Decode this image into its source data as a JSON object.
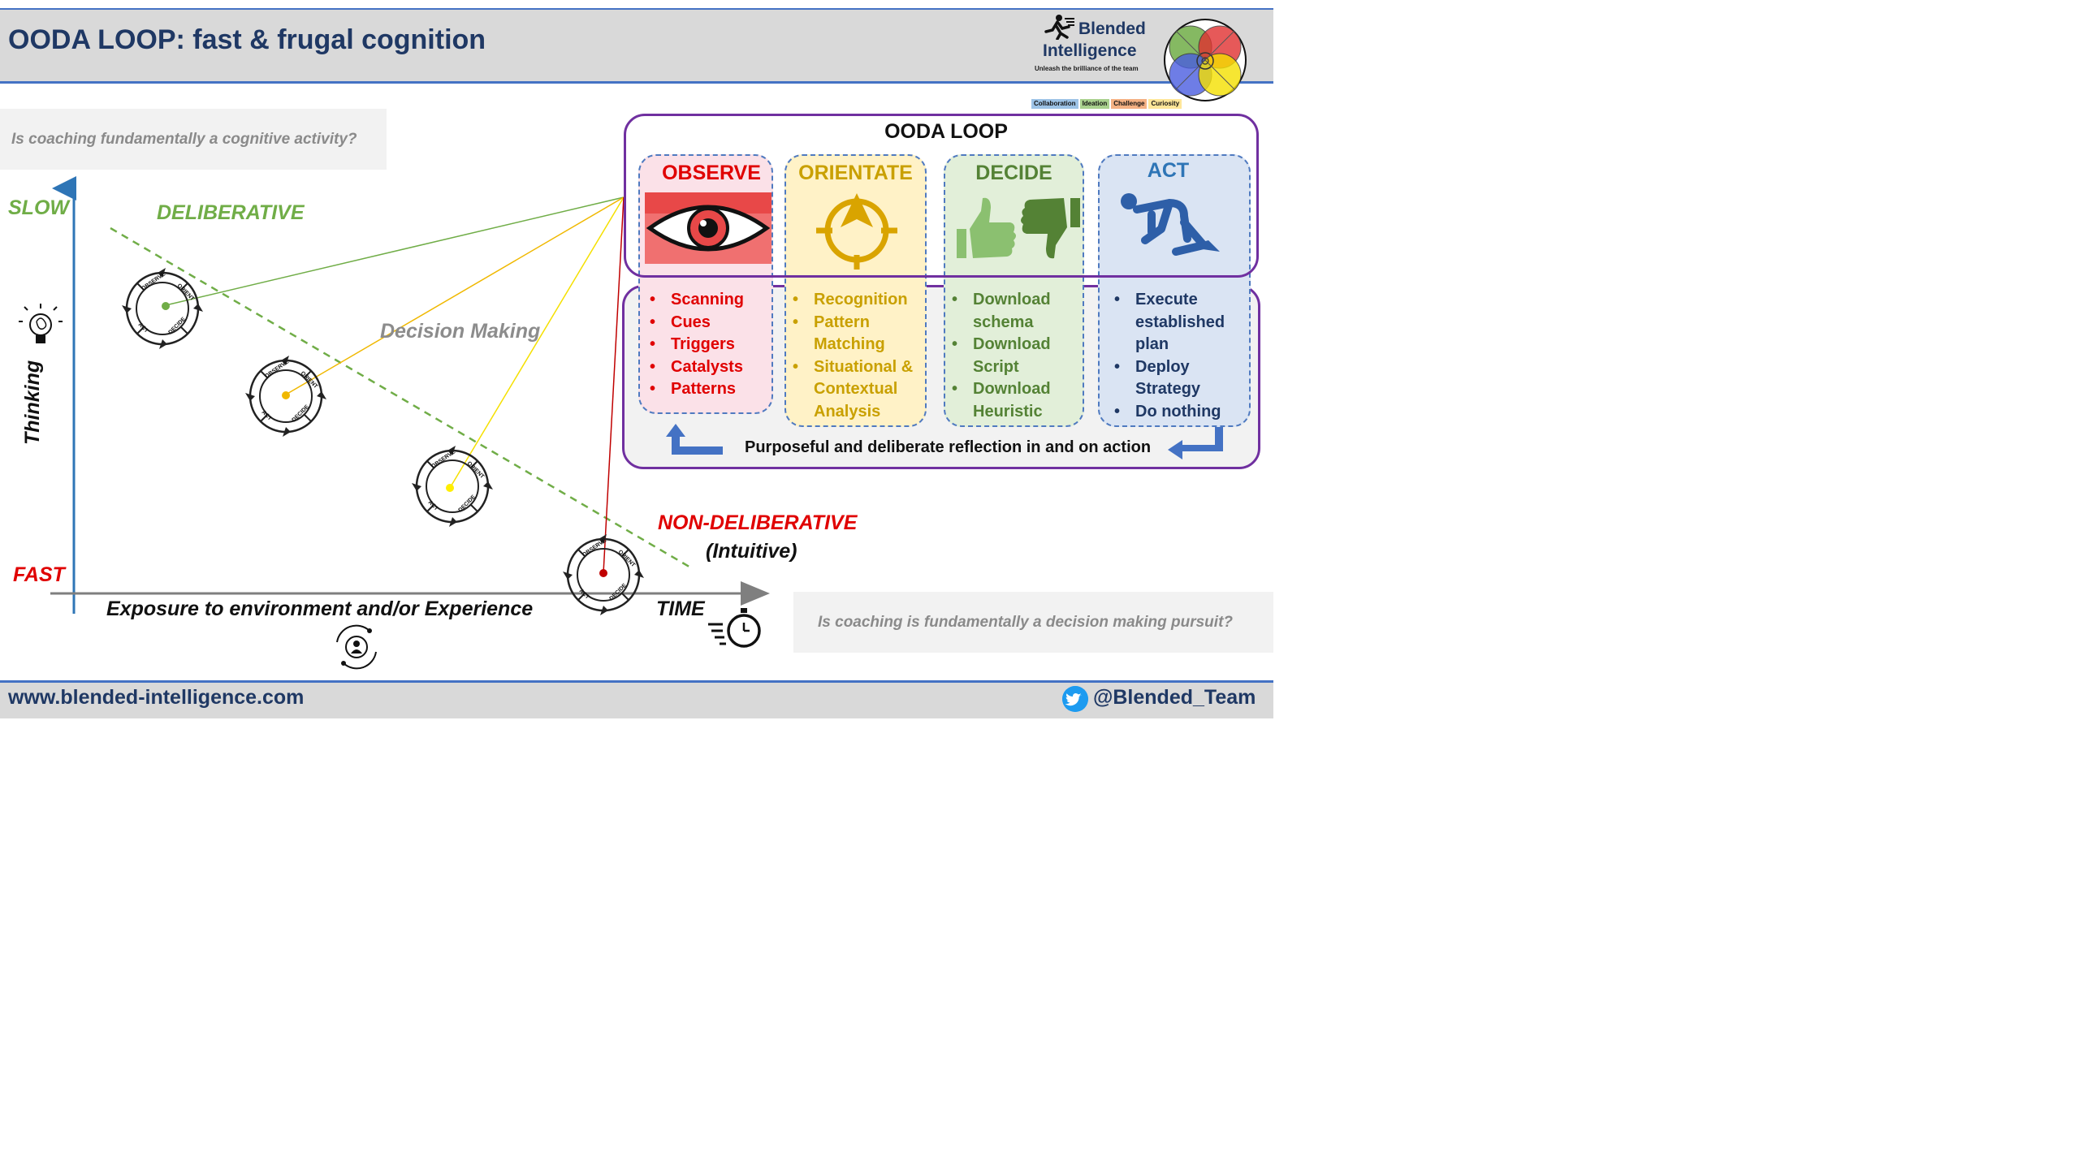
{
  "header": {
    "title": "OODA LOOP: fast & frugal cognition"
  },
  "logo": {
    "name_line1": "Blended",
    "name_line2": "Intelligence",
    "tagline": "Unleash the brilliance of the team",
    "legend": [
      {
        "label": "Collaboration",
        "color": "#9dc3e6"
      },
      {
        "label": "Ideation",
        "color": "#a9d18e"
      },
      {
        "label": "Challenge",
        "color": "#f4b183"
      },
      {
        "label": "Curiosity",
        "color": "#ffe699"
      }
    ]
  },
  "questions": {
    "q1": "Is coaching fundamentally a cognitive activity?",
    "q2": "Is coaching is fundamentally a decision making pursuit?"
  },
  "chart": {
    "y_top": "SLOW",
    "y_bottom": "FAST",
    "y_axis": "Thinking",
    "x_axis": "Exposure to environment and/or Experience",
    "x_end": "TIME",
    "deliberative": "DELIBERATIVE",
    "decision_making": "Decision Making",
    "non_deliberative": "NON-DELIBERATIVE",
    "intuitive": "(Intuitive)",
    "loop_labels": {
      "observe": "OBSERVE",
      "orient": "ORIENT",
      "decide": "DECIDE",
      "act": "ACT"
    },
    "loop_dot_colors": [
      "#70ad47",
      "#f0b800",
      "#ffee00",
      "#c00000"
    ]
  },
  "ooda": {
    "title": "OODA LOOP",
    "columns": [
      {
        "heading": "OBSERVE",
        "color": "#e00000",
        "items": [
          "Scanning",
          "Cues",
          "Triggers",
          "Catalysts",
          "Patterns"
        ]
      },
      {
        "heading": "ORIENTATE",
        "color": "#c9a000",
        "items": [
          "Recognition",
          "Pattern",
          "Matching",
          "Situational &",
          "Contextual",
          "Analysis"
        ]
      },
      {
        "heading": "DECIDE",
        "color": "#548235",
        "items": [
          "Download",
          "schema",
          "Download",
          "Script",
          "Download",
          "Heuristic"
        ]
      },
      {
        "heading": "ACT",
        "color": "#2e75b6",
        "items": [
          "Execute",
          "established",
          "plan",
          "Deploy",
          "Strategy",
          "Do nothing"
        ]
      }
    ],
    "reflection": "Purposeful and deliberate reflection in and on action"
  },
  "footer": {
    "url": "www.blended-intelligence.com",
    "handle": "@Blended_Team"
  }
}
